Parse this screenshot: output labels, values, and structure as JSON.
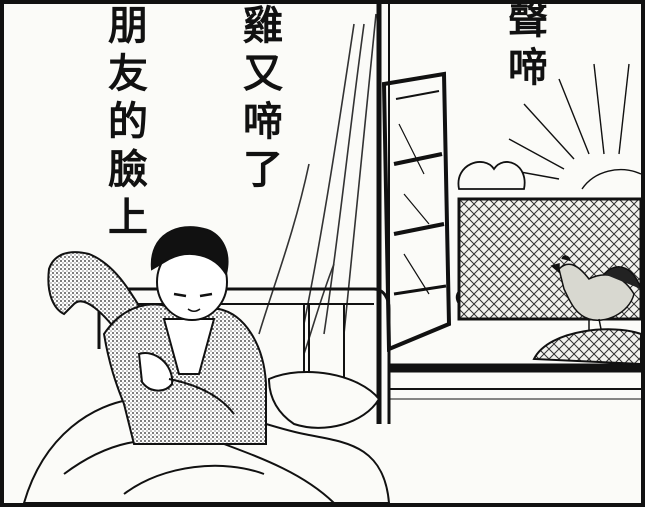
{
  "panel": {
    "caption_columns": [
      {
        "text": "朋友的臉上"
      },
      {
        "text": "雞又啼了"
      },
      {
        "text": "聲啼"
      }
    ]
  },
  "illustration": {
    "style": "black-and-white ink comic illustration",
    "colors": {
      "ink": "#111111",
      "paper": "#fbfbf8"
    }
  }
}
